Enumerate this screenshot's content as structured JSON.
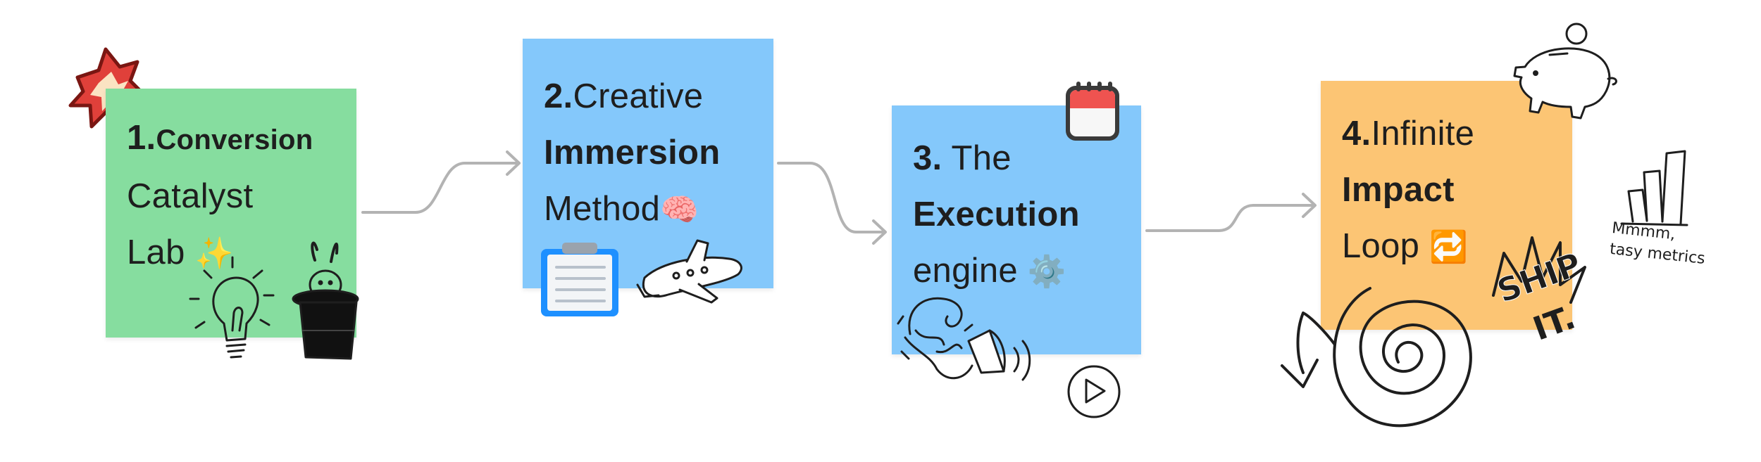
{
  "steps": [
    {
      "number": "1.",
      "lines": [
        "Conversion",
        "Catalyst",
        "Lab"
      ],
      "emoji": "✨",
      "color": "#86dd9f"
    },
    {
      "number": "2.",
      "lines": [
        "Creative",
        "Immersion",
        "Method"
      ],
      "emoji": "🧠",
      "color": "#84c8fb"
    },
    {
      "number": "3.",
      "lines": [
        "The",
        "Execution",
        "engine"
      ],
      "emoji": "⚙️",
      "color": "#84c8fb"
    },
    {
      "number": "4.",
      "lines": [
        "Infinite",
        "Impact",
        "Loop"
      ],
      "emoji": "🔁",
      "color": "#fcc574"
    }
  ],
  "stickers": {
    "ship_it_line1": "SHIP",
    "ship_it_line2": "IT.",
    "metrics_caption_line1": "Mmmm,",
    "metrics_caption_line2": "tasy metrics"
  },
  "icons": [
    "explosion-icon",
    "lightbulb-icon",
    "magic-hat-rabbit-icon",
    "clipboard-icon",
    "airplane-icon",
    "calendar-icon",
    "wave-icon",
    "megaphone-icon",
    "play-icon",
    "piggy-bank-icon",
    "bar-chart-icon",
    "spiral-icon",
    "ship-it-burst-icon"
  ],
  "colors": {
    "connector": "#b3b3b3",
    "ink": "#1e1e1e",
    "green_note": "#86dd9f",
    "blue_note": "#84c8fb",
    "orange_note": "#fcc574"
  }
}
